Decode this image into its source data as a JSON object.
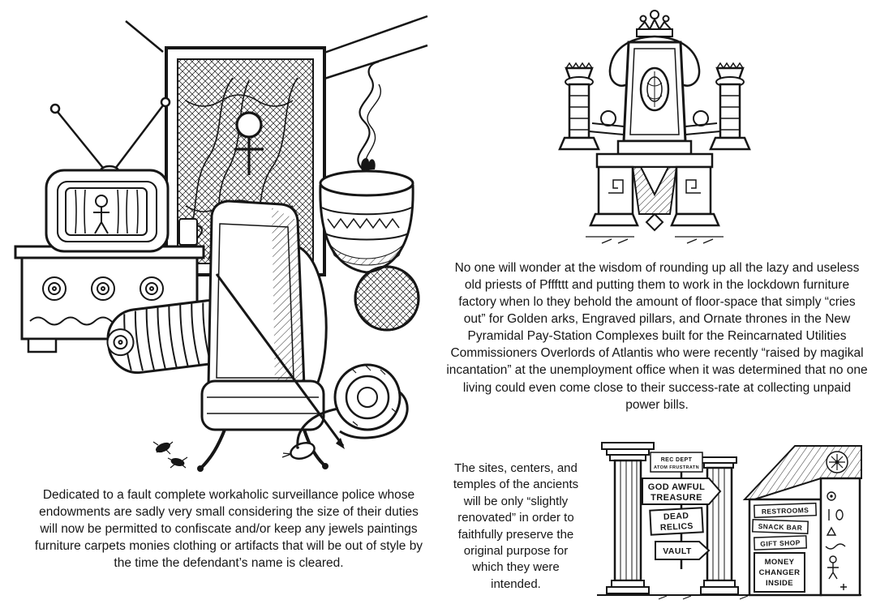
{
  "page": {
    "paper_color": "#ffffff",
    "ink_color": "#161616"
  },
  "panels": {
    "confiscation": {
      "caption": "Dedicated to a fault complete workaholic surveillance police whose endowments are sadly very small considering the size of their duties will now be permitted to confiscate and/or keep any jewels paintings furniture carpets monies clothing or artifacts that will be out of style by the time the defendant’s name is cleared."
    },
    "throne": {
      "caption": "No one will wonder at the wisdom of rounding up all the lazy and useless old priests of Pfffttt and putting them to work in the lockdown furniture factory when lo they behold the amount of floor-space that simply “cries out” for Golden arks, Engraved pillars, and Ornate thrones in the New Pyramidal Pay-Station Complexes built for the Reincarnated Utilities Commissioners Overlords of Atlantis who were recently “raised by magikal incantation” at the unemployment office when it was determined that no one living could even come close to their success-rate at collecting unpaid power bills."
    },
    "temple": {
      "caption": "The sites, centers, and temples of the ancients will be only “slightly renovated” in order to faithfully preserve the original purpose for which they were intended.",
      "signs": {
        "rec_dept": {
          "line1": "REC DEPT",
          "line2": "ATOM FRUSTRATN"
        },
        "treasure": {
          "line1": "GOD AWFUL",
          "line2": "TREASURE"
        },
        "relics": {
          "line1": "DEAD",
          "line2": "RELICS"
        },
        "vault": {
          "label": "VAULT"
        },
        "restrooms": {
          "label": "RESTROOMS"
        },
        "snack_bar": {
          "label": "SNACK BAR"
        },
        "gift_shop": {
          "label": "GIFT SHOP"
        },
        "money_changer": {
          "line1": "MONEY",
          "line2": "CHANGER",
          "line3": "INSIDE"
        }
      }
    }
  }
}
